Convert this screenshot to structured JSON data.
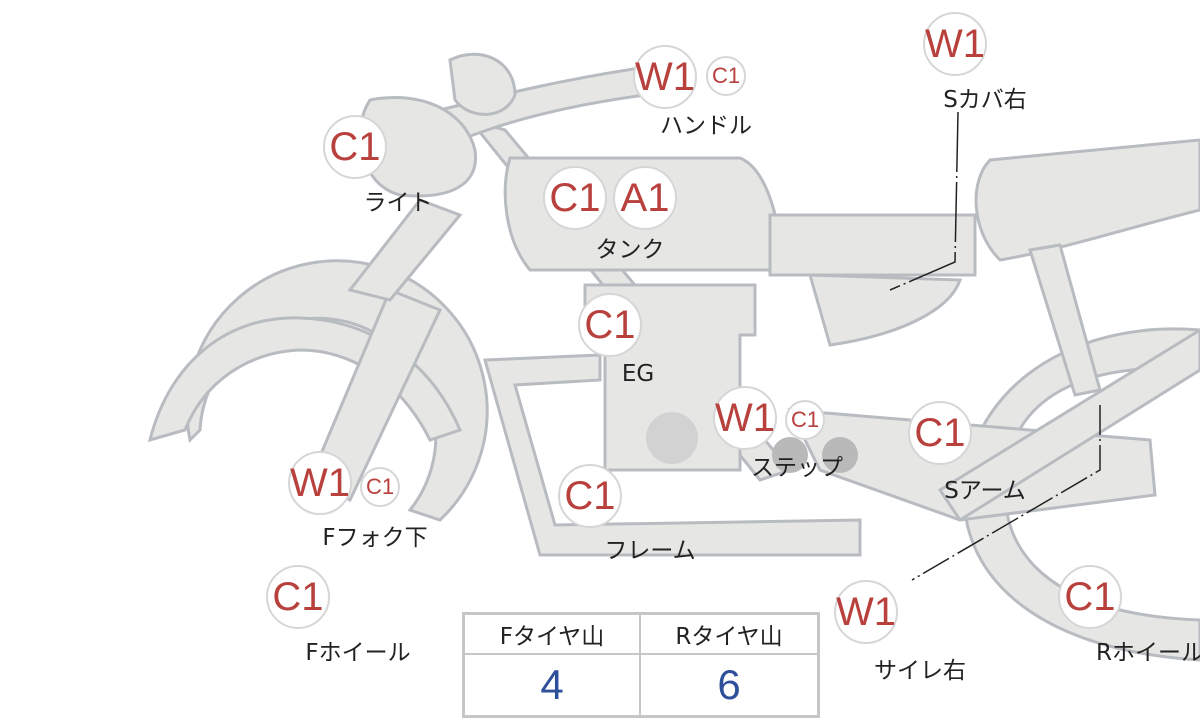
{
  "colors": {
    "badge_text": "#b8403d",
    "value_text": "#2e4f9a",
    "body_fill": "#e6e6e4",
    "body_stroke": "#b8bcc0"
  },
  "parts": [
    {
      "name": "Sカバ右",
      "codes": [
        "W1"
      ]
    },
    {
      "name": "ハンドル",
      "codes": [
        "W1",
        "C1"
      ]
    },
    {
      "name": "ライト",
      "codes": [
        "C1"
      ]
    },
    {
      "name": "タンク",
      "codes": [
        "C1",
        "A1"
      ]
    },
    {
      "name": "EG",
      "codes": [
        "C1"
      ]
    },
    {
      "name": "ステップ",
      "codes": [
        "W1",
        "C1"
      ]
    },
    {
      "name": "Sアーム",
      "codes": [
        "C1"
      ]
    },
    {
      "name": "Fフォク下",
      "codes": [
        "W1",
        "C1"
      ]
    },
    {
      "name": "フレーム",
      "codes": [
        "C1"
      ]
    },
    {
      "name": "Fホイール",
      "codes": [
        "C1"
      ]
    },
    {
      "name": "サイレ右",
      "codes": [
        "W1"
      ]
    },
    {
      "name": "Rホイール",
      "codes": [
        "C1"
      ]
    }
  ],
  "tire_table": {
    "headers": [
      "Fタイヤ山",
      "Rタイヤ山"
    ],
    "values": [
      "4",
      "6"
    ]
  }
}
